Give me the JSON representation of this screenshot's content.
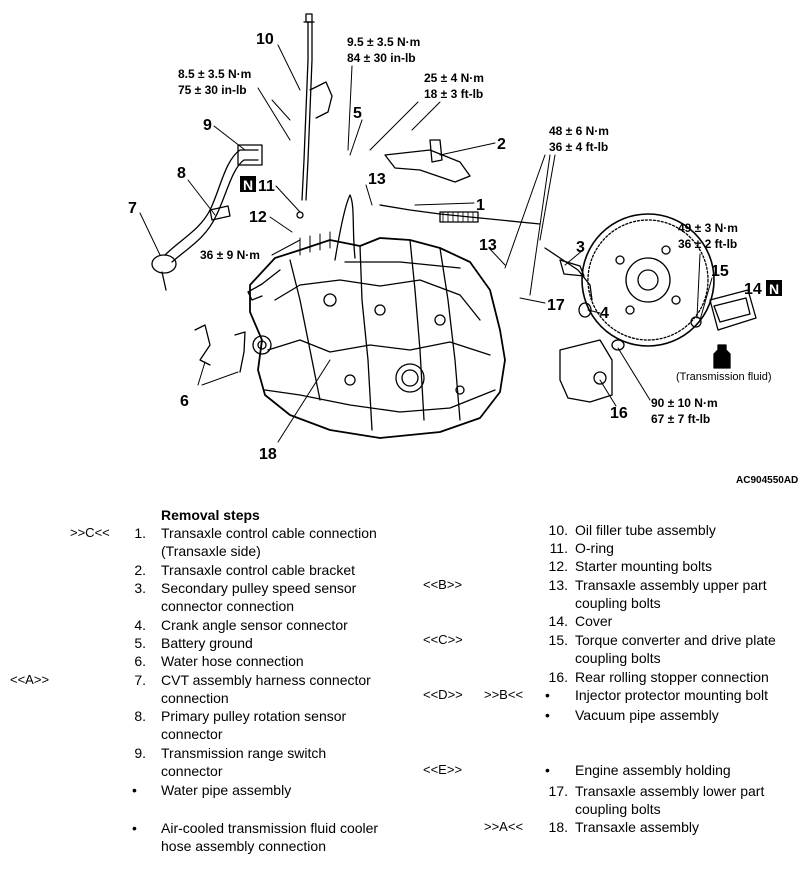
{
  "diagram": {
    "code": "AC904550AD",
    "fluid_label": "(Transmission fluid)",
    "badge_letter": "N",
    "callouts": [
      "1",
      "2",
      "3",
      "4",
      "5",
      "6",
      "7",
      "8",
      "9",
      "10",
      "11",
      "12",
      "13",
      "13",
      "14",
      "15",
      "16",
      "17",
      "18"
    ],
    "torques": {
      "t1_a": "8.5 ± 3.5 N·m",
      "t1_b": "75 ± 30 in-lb",
      "t2_a": "9.5 ± 3.5 N·m",
      "t2_b": "84 ± 30 in-lb",
      "t3_a": "25 ± 4 N·m",
      "t3_b": "18 ± 3 ft-lb",
      "t4_a": "48 ± 6 N·m",
      "t4_b": "36 ± 4 ft-lb",
      "t5": "36 ± 9 N·m",
      "t6_a": "49 ± 3 N·m",
      "t6_b": "36 ± 2 ft-lb",
      "t7_a": "90 ± 10 N·m",
      "t7_b": "67 ± 7 ft-lb"
    }
  },
  "steps": {
    "heading": "Removal steps",
    "left": [
      {
        "ref": ">>C<<",
        "num": "1.",
        "lines": [
          "Transaxle control cable connection",
          "(Transaxle side)"
        ]
      },
      {
        "ref": "",
        "num": "2.",
        "lines": [
          "Transaxle control cable bracket"
        ]
      },
      {
        "ref": "",
        "num": "3.",
        "lines": [
          "Secondary pulley speed sensor",
          "connector connection"
        ]
      },
      {
        "ref": "",
        "num": "4.",
        "lines": [
          "Crank angle sensor connector"
        ]
      },
      {
        "ref": "",
        "num": "5.",
        "lines": [
          "Battery ground"
        ]
      },
      {
        "ref": "",
        "num": "6.",
        "lines": [
          "Water hose connection"
        ]
      },
      {
        "ref": "<<A>>",
        "num": "7.",
        "lines": [
          "CVT assembly harness connector",
          "connection"
        ]
      },
      {
        "ref": "",
        "num": "8.",
        "lines": [
          "Primary pulley rotation sensor",
          "connector"
        ]
      },
      {
        "ref": "",
        "num": "9.",
        "lines": [
          "Transmission range switch",
          "connector"
        ]
      },
      {
        "ref": "",
        "num": "•",
        "lines": [
          "Water pipe assembly"
        ]
      },
      {
        "ref": "",
        "num": "•",
        "lines": [
          "Air-cooled transmission fluid cooler",
          "hose assembly connection"
        ]
      }
    ],
    "right": [
      {
        "ref1": "",
        "ref2": "",
        "num": "10.",
        "lines": [
          "Oil filler tube assembly"
        ]
      },
      {
        "ref1": "",
        "ref2": "",
        "num": "11.",
        "lines": [
          "O-ring"
        ]
      },
      {
        "ref1": "",
        "ref2": "",
        "num": "12.",
        "lines": [
          "Starter mounting bolts"
        ]
      },
      {
        "ref1": "<<B>>",
        "ref2": "",
        "num": "13.",
        "lines": [
          "Transaxle assembly upper part",
          "coupling bolts"
        ]
      },
      {
        "ref1": "",
        "ref2": "",
        "num": "14.",
        "lines": [
          "Cover"
        ]
      },
      {
        "ref1": "<<C>>",
        "ref2": "",
        "num": "15.",
        "lines": [
          "Torque converter and drive plate",
          "coupling bolts"
        ]
      },
      {
        "ref1": "",
        "ref2": "",
        "num": "16.",
        "lines": [
          "Rear rolling stopper connection"
        ]
      },
      {
        "ref1": "<<D>>",
        "ref2": ">>B<<",
        "num": "•",
        "lines": [
          "Injector protector mounting bolt"
        ]
      },
      {
        "ref1": "",
        "ref2": "",
        "num": "•",
        "lines": [
          "Vacuum pipe assembly"
        ]
      },
      {
        "ref1": "<<E>>",
        "ref2": "",
        "num": "•",
        "lines": [
          "Engine assembly holding"
        ]
      },
      {
        "ref1": "",
        "ref2": "",
        "num": "17.",
        "lines": [
          "Transaxle assembly lower part",
          "coupling bolts"
        ]
      },
      {
        "ref1": "",
        "ref2": ">>A<<",
        "num": "18.",
        "lines": [
          "Transaxle assembly"
        ]
      }
    ]
  }
}
